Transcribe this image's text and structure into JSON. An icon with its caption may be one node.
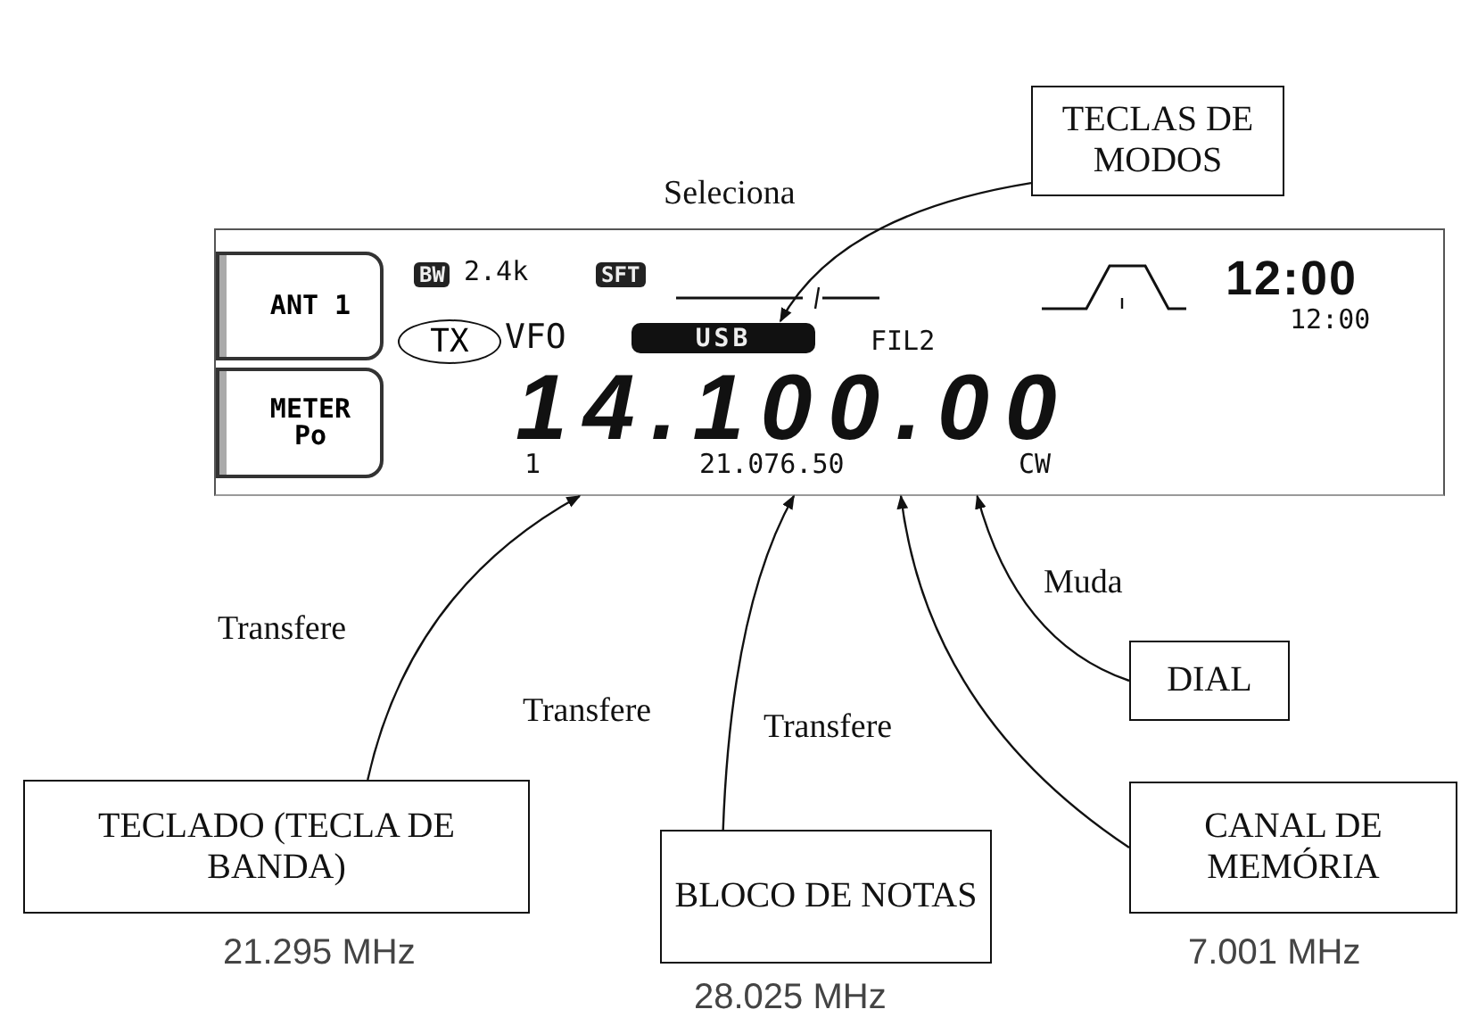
{
  "diagram": {
    "nodes": [
      {
        "text": [
          "BW",
          "2.4k",
          "SFT",
          "VFO",
          "FIL2",
          "12:00",
          "12:00",
          "14.100.00",
          "1",
          "21.076.50",
          "CW"
        ]
      },
      {
        "text": [
          "ANT 1"
        ],
        "in": 0
      },
      {
        "text": [
          "METER Po"
        ],
        "in": 0
      },
      {
        "text": [
          "TX"
        ],
        "in": 0
      },
      {
        "text": [
          "USB"
        ],
        "in": 0
      },
      {
        "text": [
          "TECLAS DE MODOS"
        ]
      },
      {
        "text": [
          "TECLADO (TECLA DE BANDA)"
        ],
        "beside": [
          "21.295 MHz"
        ]
      },
      {
        "text": [
          "BLOCO DE NOTAS"
        ],
        "beside": [
          "28.025 MHz"
        ]
      },
      {
        "text": [
          "CANAL DE MEMÓRIA"
        ],
        "beside": [
          "7.001 MHz"
        ]
      },
      {
        "text": [
          "DIAL"
        ]
      }
    ],
    "edges": [
      {
        "from": 5,
        "to": 4,
        "arrow": "to",
        "label": "Seleciona"
      },
      {
        "from": 6,
        "to": 0,
        "arrow": "to",
        "label": "Transfere"
      },
      {
        "from": 7,
        "to": 0,
        "arrow": "to",
        "label": "Transfere"
      },
      {
        "from": 8,
        "to": 0,
        "arrow": "to",
        "label": "Transfere"
      },
      {
        "from": 9,
        "to": 0,
        "arrow": "to",
        "label": "Muda"
      }
    ]
  }
}
